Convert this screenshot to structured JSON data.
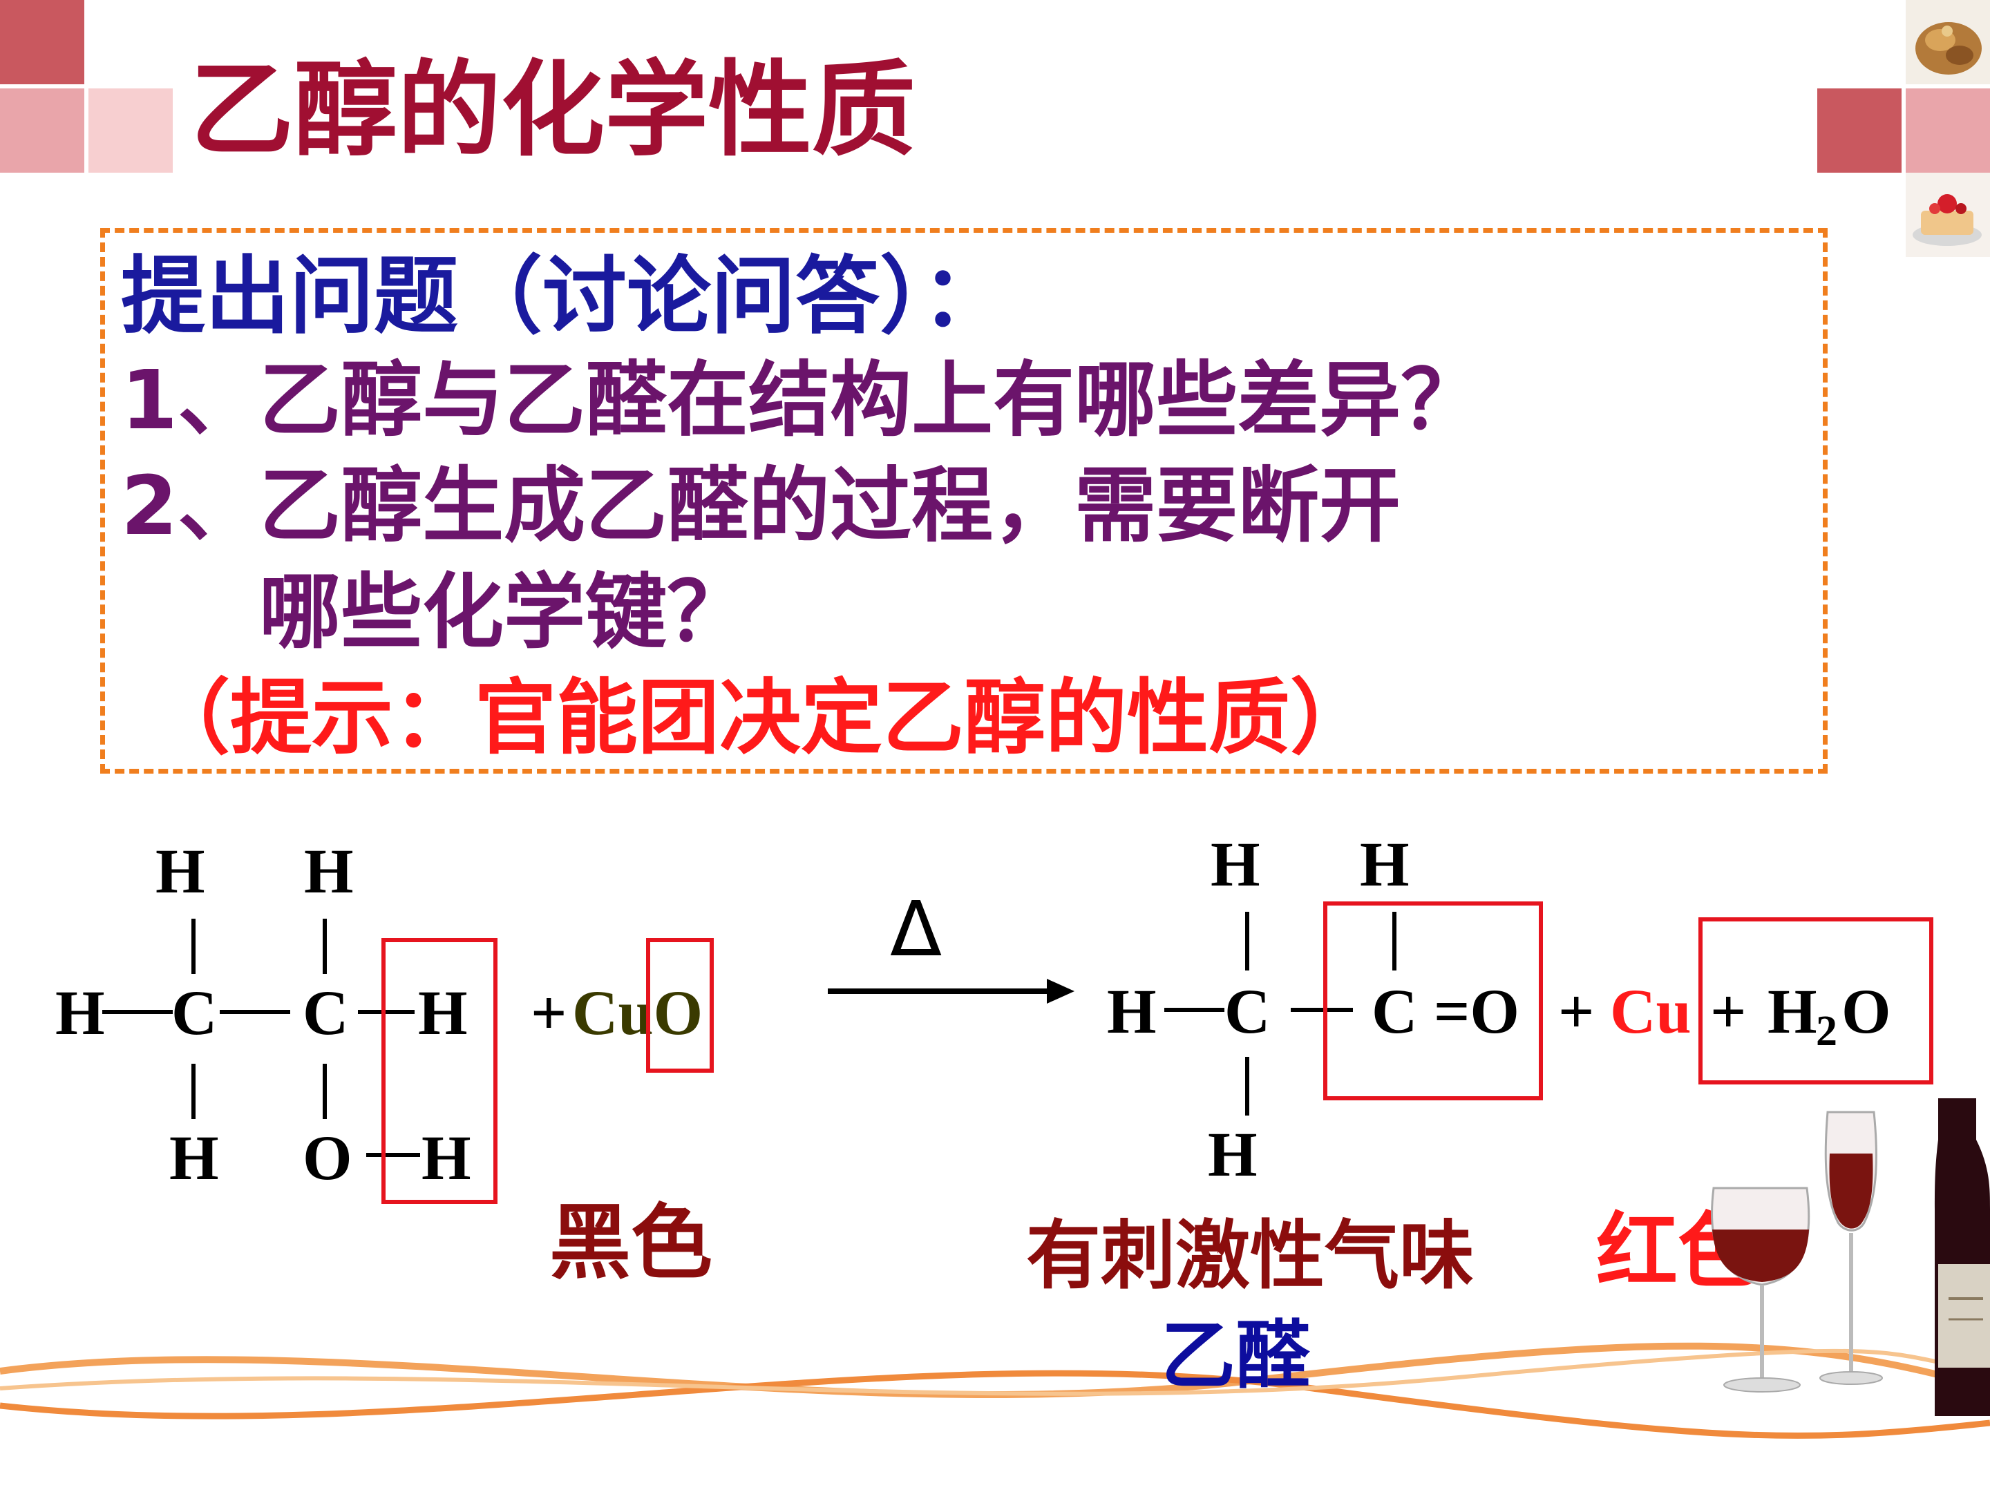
{
  "slide": {
    "title": "乙醇的化学性质",
    "question_heading": "提出问题（讨论问答）：",
    "questions": [
      "1、乙醇与乙醛在结构上有哪些差异？",
      "2、乙醇生成乙醛的过程，需要断开",
      "哪些化学键？"
    ],
    "hint": "（提示：官能团决定乙醇的性质）"
  },
  "ethanol": {
    "H": "H",
    "C": "C",
    "O": "O",
    "dash_left": "—",
    "dash_right": "—",
    "plus_cuo_plus": "+",
    "cuo": "CuO"
  },
  "reaction": {
    "condition": "Δ"
  },
  "acetaldehyde": {
    "H": "H",
    "C": "C",
    "eq_O": "=O",
    "plus": "+",
    "cu": "Cu",
    "water_H": "H",
    "water_sub": "2",
    "water_O": "O"
  },
  "labels": {
    "black": "黑色",
    "pungent": "有刺激性气味",
    "acetaldehyde": "乙醛",
    "red": "红色"
  },
  "colors": {
    "title": "#a00f32",
    "heading": "#1a1a9e",
    "question": "#6b146b",
    "hint": "#ff1a1a",
    "box_border": "#f07e1e",
    "highlight_box": "#e6141e",
    "cuo": "#3a3a00",
    "label_dark_red": "#8b0d0d",
    "label_blue": "#0d0d9e",
    "label_red": "#ff1a1a"
  }
}
